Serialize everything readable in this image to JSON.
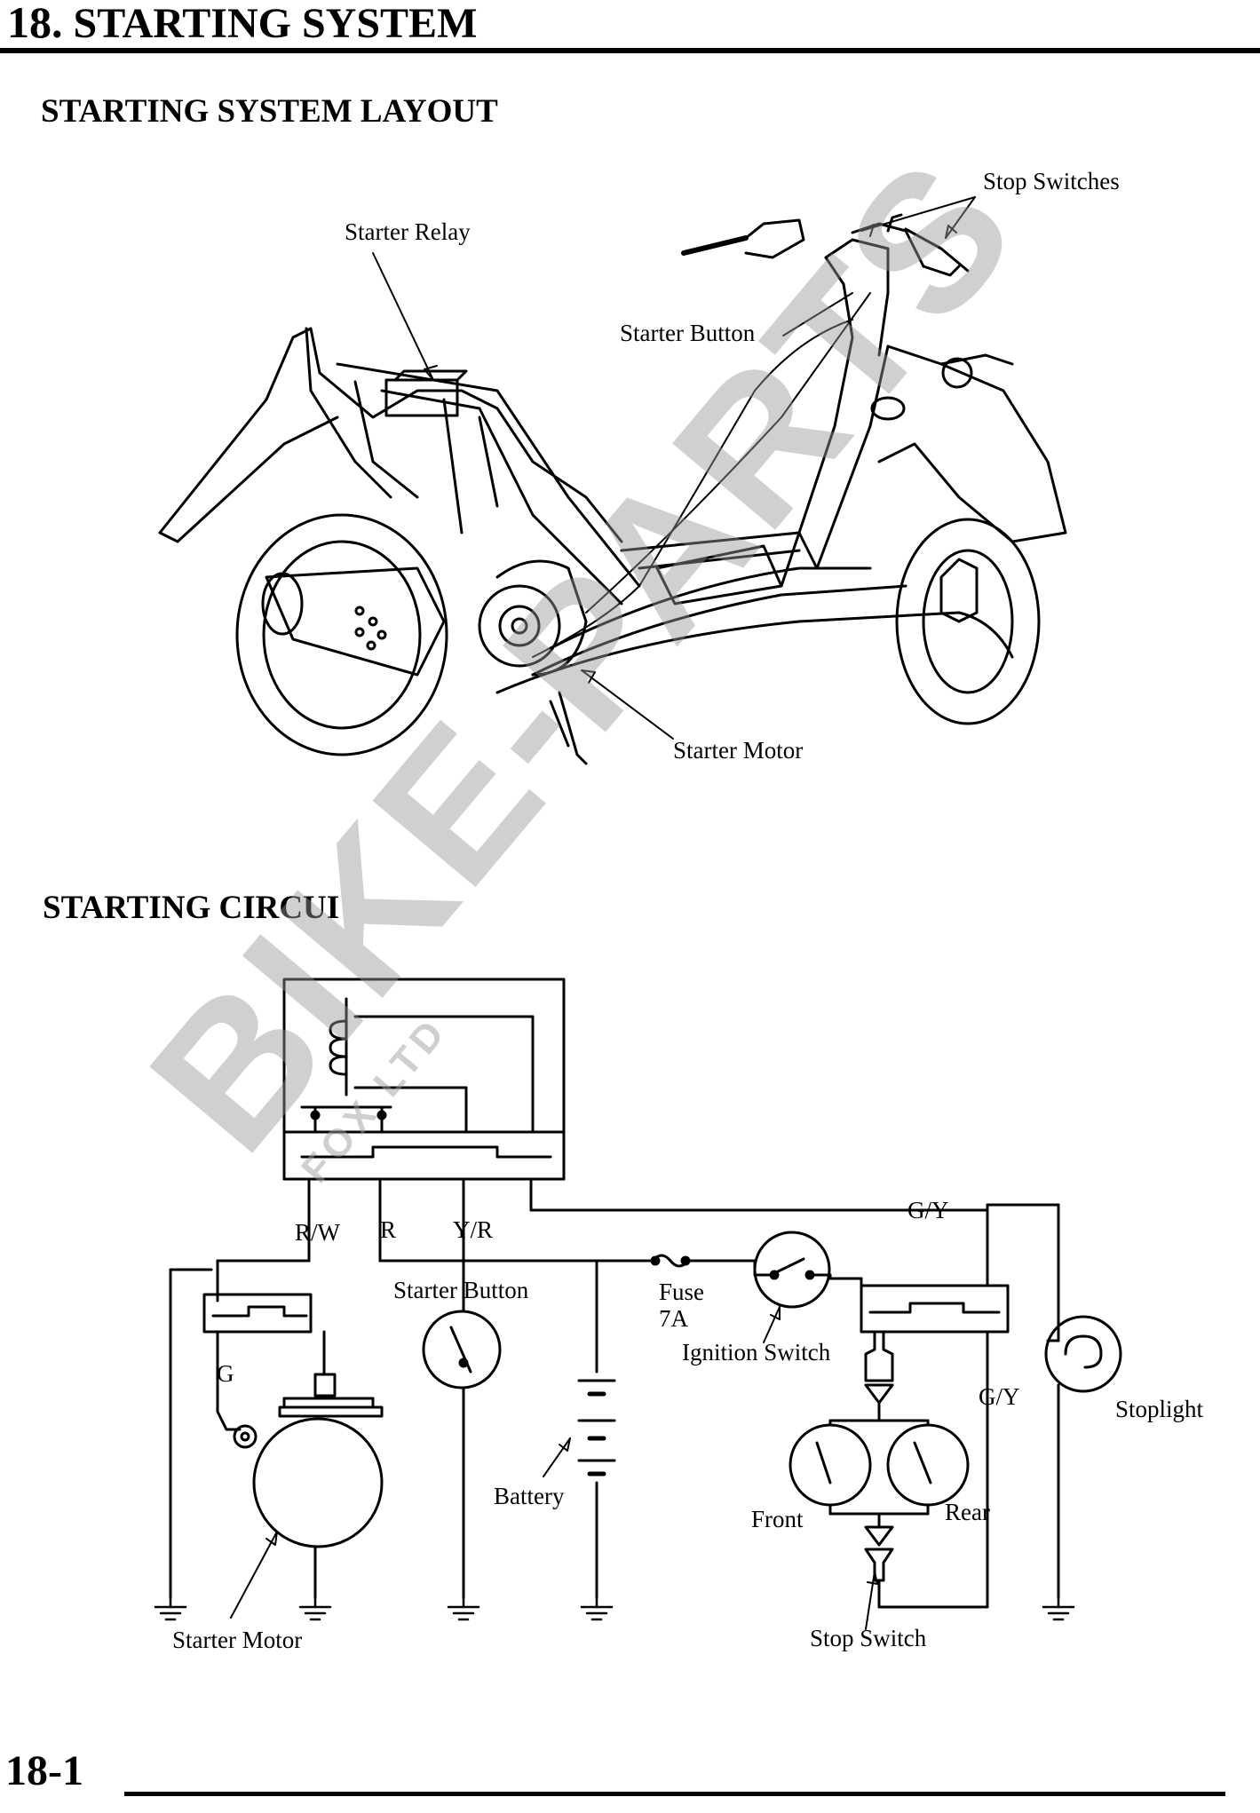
{
  "header": {
    "chapter_number": "18.",
    "chapter_title": "STARTING SYSTEM"
  },
  "layout_section": {
    "title": "STARTING SYSTEM LAYOUT",
    "labels": {
      "stop_switches": "Stop Switches",
      "starter_relay": "Starter Relay",
      "starter_button": "Starter Button",
      "starter_motor": "Starter Motor"
    }
  },
  "circuit_section": {
    "title": "STARTING CIRCUI",
    "labels": {
      "gy_top": "G/Y",
      "rw": "R/W",
      "r": "R",
      "yr": "Y/R",
      "starter_button": "Starter Button",
      "fuse": "Fuse",
      "fuse_rating": "7A",
      "ignition_switch": "Ignition Switch",
      "g": "G",
      "gy_mid": "G/Y",
      "stoplight": "Stoplight",
      "battery": "Battery",
      "front": "Front",
      "rear": "Rear",
      "starter_motor": "Starter Motor",
      "stop_switch": "Stop Switch"
    }
  },
  "watermark": {
    "main": "BIKE-PARTS",
    "sub": "FOX LTD"
  },
  "footer": {
    "page_number": "18-1"
  }
}
